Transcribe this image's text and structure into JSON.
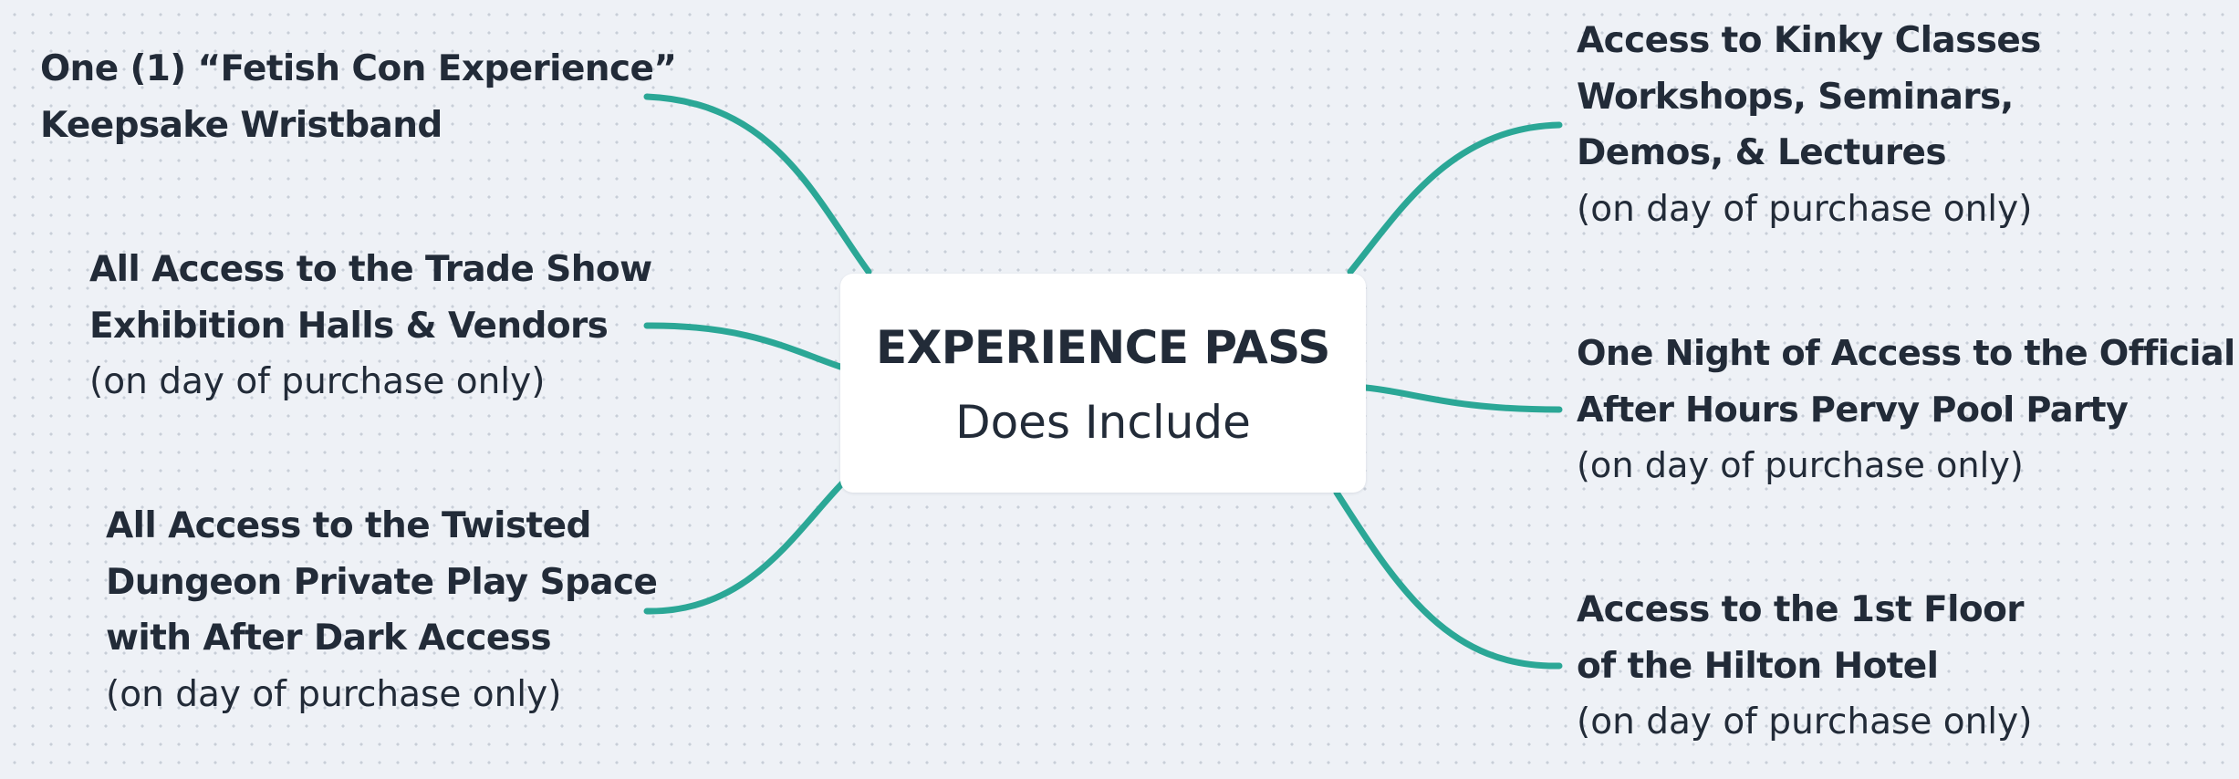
{
  "colors": {
    "background": "#eef1f6",
    "dot": "#c8ced8",
    "connector": "#2ba796",
    "text": "#222b38",
    "center_box": "#ffffff"
  },
  "center": {
    "title": "EXPERIENCE PASS",
    "subtitle": "Does Include"
  },
  "left_nodes": [
    {
      "lines": [
        "One (1) “Fetish Con Experience”",
        "Keepsake Wristband"
      ]
    },
    {
      "lines": [
        "All Access to the Trade Show",
        "Exhibition Halls & Vendors"
      ],
      "note": "(on day of purchase only)"
    },
    {
      "lines": [
        "All Access to the Twisted",
        "Dungeon Private Play Space",
        "with After Dark Access"
      ],
      "note": "(on day of purchase only)"
    }
  ],
  "right_nodes": [
    {
      "lines": [
        "Access to Kinky Classes",
        "Workshops, Seminars,",
        "Demos, & Lectures"
      ],
      "note": "(on day of purchase only)"
    },
    {
      "lines": [
        "One Night of Access to the Official",
        "After Hours Pervy Pool Party"
      ],
      "note": "(on day of purchase only)"
    },
    {
      "lines": [
        "Access to the 1st Floor",
        "of the Hilton Hotel"
      ],
      "note": "(on day of purchase only)"
    }
  ]
}
